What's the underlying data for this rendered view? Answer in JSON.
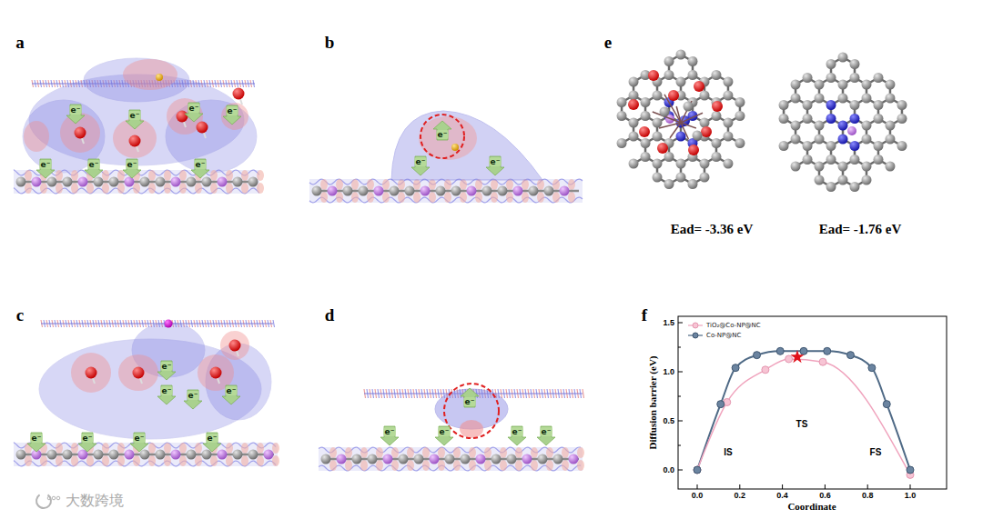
{
  "diagram": {
    "labels": [
      "a",
      "b",
      "e",
      "c",
      "d",
      "f",
      "e⁻",
      "e⁻",
      "e⁻",
      "e⁻",
      "e⁻",
      "e⁻",
      "e⁻",
      "e⁻",
      "e⁻",
      "e⁻",
      "e⁻",
      "e⁻",
      "e⁻",
      "e⁻",
      "e⁻",
      "e⁻",
      "e⁻",
      "e⁻",
      "e⁻",
      "e⁻",
      "e⁻",
      "e⁻",
      "e⁻",
      "e⁻",
      "Ead= -3.36 eV",
      "Ead= -1.76 eV",
      "Diffusion barrier (eV)",
      "Coordinate",
      "0.0",
      "0.5",
      "1.0",
      "1.5",
      "0.0",
      "0.2",
      "0.4",
      "0.6",
      "0.8",
      "1.0",
      "IS",
      "TS",
      "FS",
      "大数跨境"
    ],
    "legend": [
      {
        "text": "TiO₂@Co-NP@NC"
      },
      {
        "text": "Co-NP@NC"
      }
    ]
  }
}
